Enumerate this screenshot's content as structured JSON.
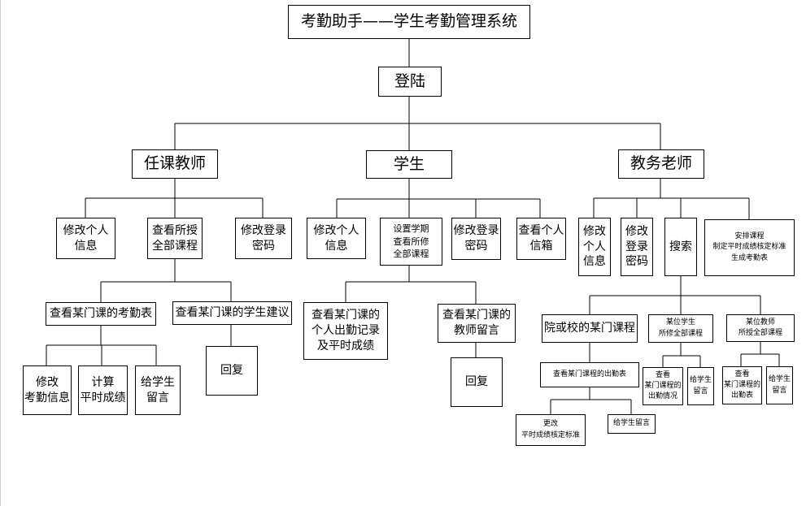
{
  "title": "考勤助手——学生考勤管理系统",
  "login": "登陆",
  "teacher": {
    "label": "任课教师",
    "edit_info": "修改个人\n信息",
    "view_courses": "查看所授\n全部课程",
    "change_password": "修改登录\n密码",
    "attendance_table": "查看某门课的考勤表",
    "student_suggestions": "查看某门课的学生建议",
    "edit_attendance": "修改\n考勤信息",
    "calc_grade": "计算\n平时成绩",
    "leave_message": "给学生\n留言",
    "reply": "回复"
  },
  "student": {
    "label": "学生",
    "edit_info": "修改个人\n信息",
    "set_semester": "设置学期\n查看所修\n全部课程",
    "change_password": "修改登录\n密码",
    "view_inbox": "查看个人\n信箱",
    "attendance_record": "查看某门课的\n个人出勤记录\n及平时成绩",
    "teacher_message": "查看某门课的\n教师留言",
    "reply": "回复"
  },
  "admin": {
    "label": "教务老师",
    "edit_info": "修改\n个人\n信息",
    "change_password": "修改\n登录\n密码",
    "search": "搜索",
    "arrange": "安排课程\n制定平时成绩核定标准\n生成考勤表",
    "course": "院或校的某门课程",
    "course_attendance": "查看某门课程的出勤表",
    "change_standard": "更改\n平时成绩核定标准",
    "course_message": "给学生留言",
    "student_courses": "某位学生\n所修全部课程",
    "student_attendance": "查看\n某门课程的\n出勤情况",
    "student_message": "给学生\n留言",
    "teacher_courses": "某位教师\n所授全部课程",
    "teacher_attendance": "查看\n某门课程的\n出勤表",
    "teacher_message": "给学生\n留言"
  }
}
